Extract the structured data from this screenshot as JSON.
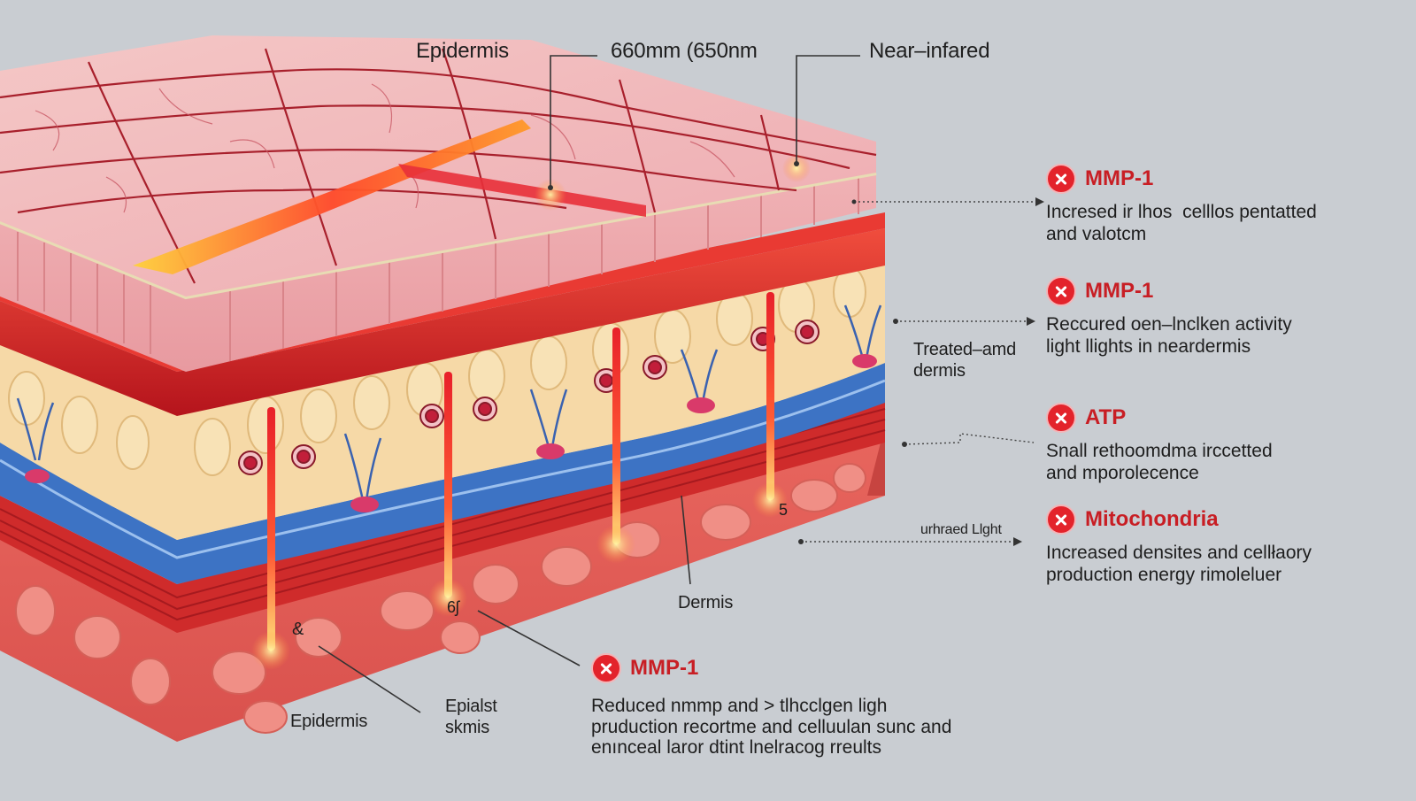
{
  "labels": {
    "epidermis_top": "Epidermis",
    "wavelength": "660mm (650nm",
    "near_infrared": "Near–infared",
    "treated_dermis": "Treated–amd\ndermis",
    "untreated_light": "urhraed Llght",
    "dermis": "Dermis",
    "epidermis_bottom": "Epidermis",
    "epialst_skmis": "Epialst\nskmis",
    "mark_a": "&",
    "mark_b": "6ʃ",
    "mark_c": "5"
  },
  "panels": [
    {
      "icon": "x-circle-icon",
      "title": "MMP-1",
      "description": "Incresed ir lhos  celllos pentatted\nand valotcm"
    },
    {
      "icon": "x-circle-icon",
      "title": "MMP-1",
      "description": "Reccured oen–lnclken activity\nlight llights in neardermis"
    },
    {
      "icon": "x-circle-icon",
      "title": "ATP",
      "description": "Snall rethoomdma irccetted\nand mporolecence"
    },
    {
      "icon": "x-circle-icon",
      "title": "Mitochondria",
      "description": "Increased densites and cellłaory\nproduction energy rimoleluer"
    },
    {
      "icon": "x-circle-icon",
      "title": "MMP-1",
      "description": "Reduced nmmp and > tlhcclgen ligh\npruduction recortme and celluulan sunc and\nenınceal laror dtint lnelracog rreults"
    }
  ],
  "colors": {
    "background": "#c9cdd2",
    "epidermis": "#f2b7b9",
    "epidermis_lines": "#a8202c",
    "red_band": "#d92424",
    "fat_layer": "#f6d9a7",
    "vessel_band": "#3d73c4",
    "dermis": "#e4625a",
    "accent_red": "#e3232b"
  }
}
